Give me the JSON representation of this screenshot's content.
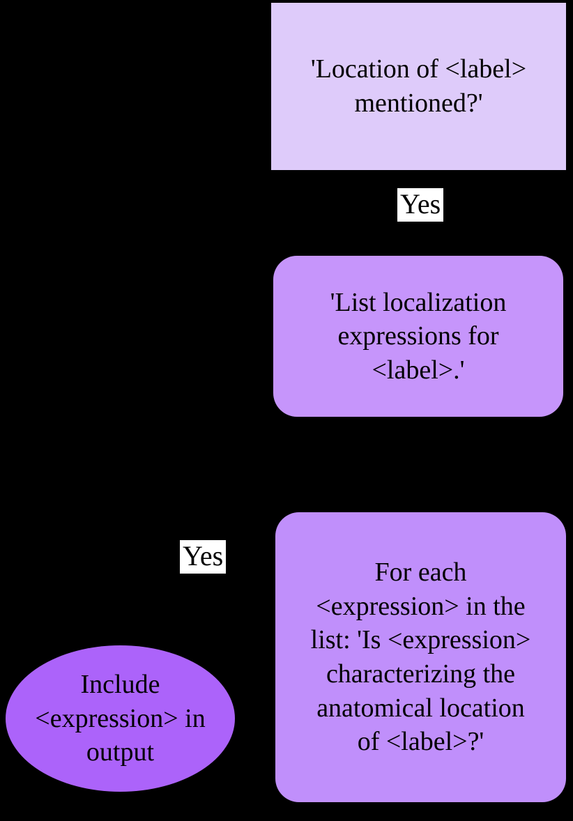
{
  "diagram": {
    "title": "Localization expression extraction flowchart",
    "background_color": "#000000",
    "nodes": [
      {
        "id": "question-location",
        "shape": "rectangle",
        "color": "#DECBFA",
        "text": "'Location of <label>\nmentioned?'"
      },
      {
        "id": "list-expressions",
        "shape": "rounded-rectangle",
        "color": "#C695FB",
        "text": "'List localization\nexpressions for\n<label>.'"
      },
      {
        "id": "check-expression",
        "shape": "rounded-rectangle",
        "color": "#C08FFB",
        "text": "For each\n<expression> in the\nlist: 'Is <expression>\ncharacterizing the\nanatomical location\nof <label>?'"
      },
      {
        "id": "include-output",
        "shape": "ellipse",
        "color": "#AC63FA",
        "text": "Include\n<expression> in\noutput"
      }
    ],
    "edges": [
      {
        "id": "yes-1",
        "label": "Yes",
        "from": "question-location",
        "to": "list-expressions",
        "label_bg": "#FFFFFF"
      },
      {
        "id": "yes-2",
        "label": "Yes",
        "from": "check-expression",
        "to": "include-output",
        "label_bg": "#FFFFFF"
      }
    ]
  }
}
